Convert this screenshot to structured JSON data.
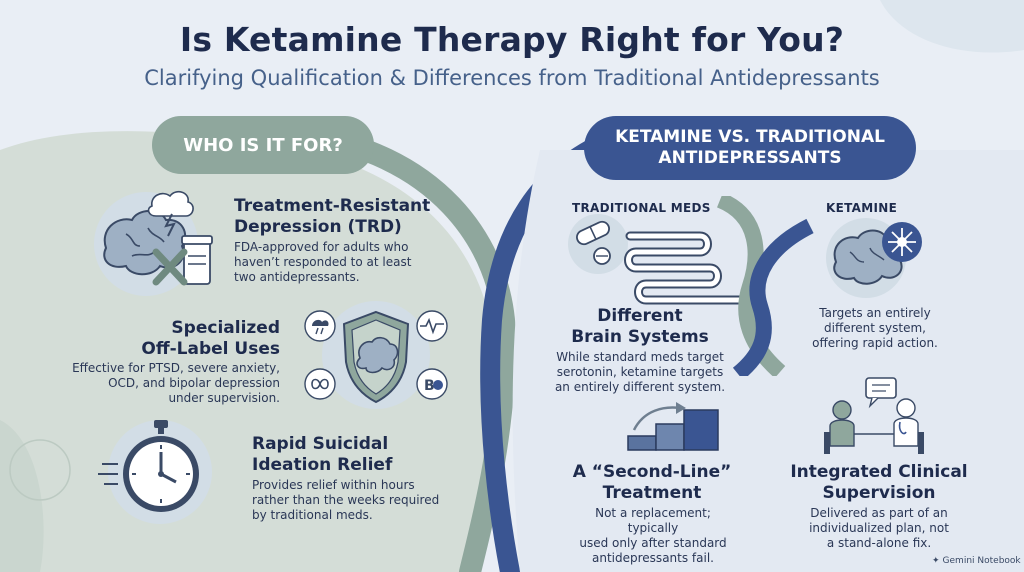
{
  "header": {
    "title": "Is Ketamine Therapy Right for You?",
    "subtitle": "Clarifying Qualification & Differences from Traditional Antidepressants"
  },
  "left": {
    "heading": "WHO IS IT FOR?",
    "items": [
      {
        "title_line1": "Treatment-Resistant",
        "title_line2": "Depression (TRD)",
        "desc_line1": "FDA-approved for adults who",
        "desc_line2": "haven’t responded to at least",
        "desc_line3": "two antidepressants."
      },
      {
        "title_line1": "Specialized",
        "title_line2": "Off-Label Uses",
        "desc_line1": "Effective for PTSD, severe anxiety,",
        "desc_line2": "OCD, and bipolar depression",
        "desc_line3": "under supervision."
      },
      {
        "title_line1": "Rapid Suicidal",
        "title_line2": "Ideation Relief",
        "desc_line1": "Provides relief within hours",
        "desc_line2": "rather than the weeks required",
        "desc_line3": "by traditional meds."
      }
    ]
  },
  "right": {
    "heading_line1": "KETAMINE VS. TRADITIONAL",
    "heading_line2": "ANTIDEPRESSANTS",
    "traditional_label": "TRADITIONAL MEDS",
    "ketamine_label": "KETAMINE",
    "brain_systems": {
      "title_line1": "Different",
      "title_line2": "Brain Systems",
      "desc_line1": "While standard meds target",
      "desc_line2": "serotonin, ketamine targets",
      "desc_line3": "an entirely different system."
    },
    "ketamine_desc": {
      "line1": "Targets an entirely",
      "line2": "different system,",
      "line3": "offering rapid action."
    },
    "second_line": {
      "title_line1": "A “Second-Line”",
      "title_line2": "Treatment",
      "desc_line1": "Not a replacement; typically",
      "desc_line2": "used only after standard",
      "desc_line3": "antidepressants fail."
    },
    "supervision": {
      "title_line1": "Integrated Clinical",
      "title_line2": "Supervision",
      "desc_line1": "Delivered as part of an",
      "desc_line2": "individualized plan, not",
      "desc_line3": "a stand-alone fix."
    }
  },
  "footer": {
    "brand": "Gemini Notebook"
  },
  "icons": [
    "brain-storm-icon",
    "pill-bottle-icon",
    "shield-brain-icon",
    "thunderstorm-icon",
    "heartbeat-icon",
    "infinity-icon",
    "bipolar-icon",
    "stopwatch-icon",
    "pills-icon",
    "brain-neuron-icon",
    "stairs-arrow-icon",
    "doctor-consultation-icon",
    "sparkle-icon"
  ],
  "colors": {
    "navy": "#1e2b4d",
    "sage": "#8fa79d",
    "blue": "#3a5592",
    "background": "#e9eef5"
  }
}
